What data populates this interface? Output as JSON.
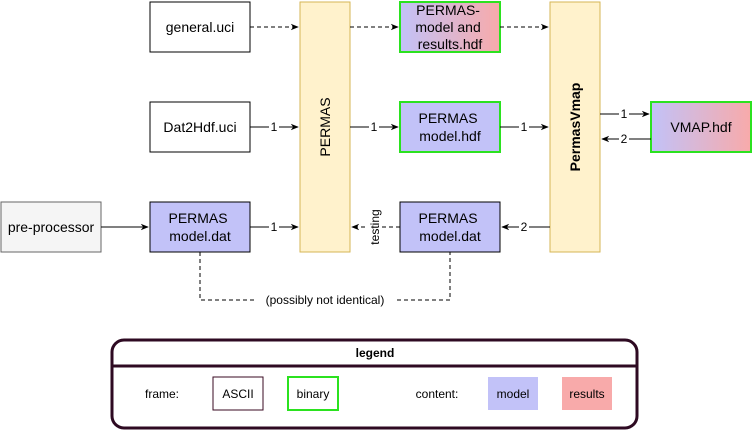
{
  "nodes": {
    "general_uci": "general.uci",
    "dat2hdf_uci": "Dat2Hdf.uci",
    "pre_processor": "pre-processor",
    "model_dat_in": [
      "PERMAS",
      "model.dat"
    ],
    "permas": "PERMAS",
    "model_results_hdf": [
      "PERMAS-",
      "model and",
      "results.hdf"
    ],
    "model_hdf": [
      "PERMAS",
      "model.hdf"
    ],
    "model_dat_out": [
      "PERMAS",
      "model.dat"
    ],
    "permasvmap": "PermasVmap",
    "vmap_hdf": "VMAP.hdf"
  },
  "edge_labels": {
    "dat2hdf_to_permas": "1",
    "permas_to_model_hdf": "1",
    "model_hdf_to_vmap": "1",
    "vmap_to_vmaphdf": "1",
    "vmaphdf_to_vmap": "2",
    "vmap_to_model_dat_out": "2",
    "model_dat_in_to_permas": "1",
    "testing": "testing",
    "not_identical": "(possibly not identical)"
  },
  "legend": {
    "title": "legend",
    "frame_label": "frame:",
    "ascii": "ASCII",
    "binary": "binary",
    "content_label": "content:",
    "model": "model",
    "results": "results"
  },
  "colors": {
    "model_fill": "#c2c2f8",
    "results_fill": "#f8aaaa",
    "permas_fill": "#fff2cc",
    "permas_stroke": "#d6b656",
    "binary_stroke": "#2be21f",
    "ascii_stroke": "#3a0a22",
    "legend_stroke": "#2e0a22",
    "pre_fill": "#f5f5f5",
    "pre_stroke": "#666666"
  }
}
